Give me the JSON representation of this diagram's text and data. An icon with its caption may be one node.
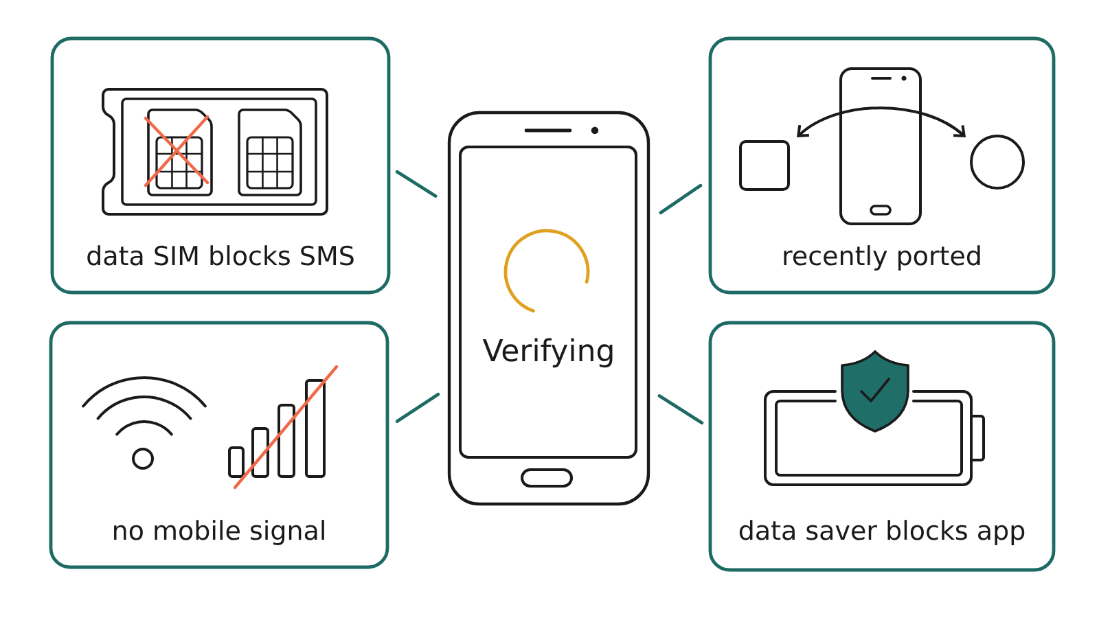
{
  "diagram": {
    "nodes": [
      {
        "text": [
          "data SIM blocks SMS"
        ]
      },
      {
        "text": [
          "Verifying"
        ]
      },
      {
        "text": [
          "recently ported"
        ]
      },
      {
        "text": [
          "no mobile signal"
        ]
      },
      {
        "text": [
          "data saver blocks app"
        ]
      }
    ],
    "edges": [
      {
        "from": 1,
        "to": 0,
        "arrow": "none"
      },
      {
        "from": 1,
        "to": 2,
        "arrow": "none"
      },
      {
        "from": 1,
        "to": 3,
        "arrow": "none"
      },
      {
        "from": 1,
        "to": 4,
        "arrow": "none"
      }
    ]
  }
}
